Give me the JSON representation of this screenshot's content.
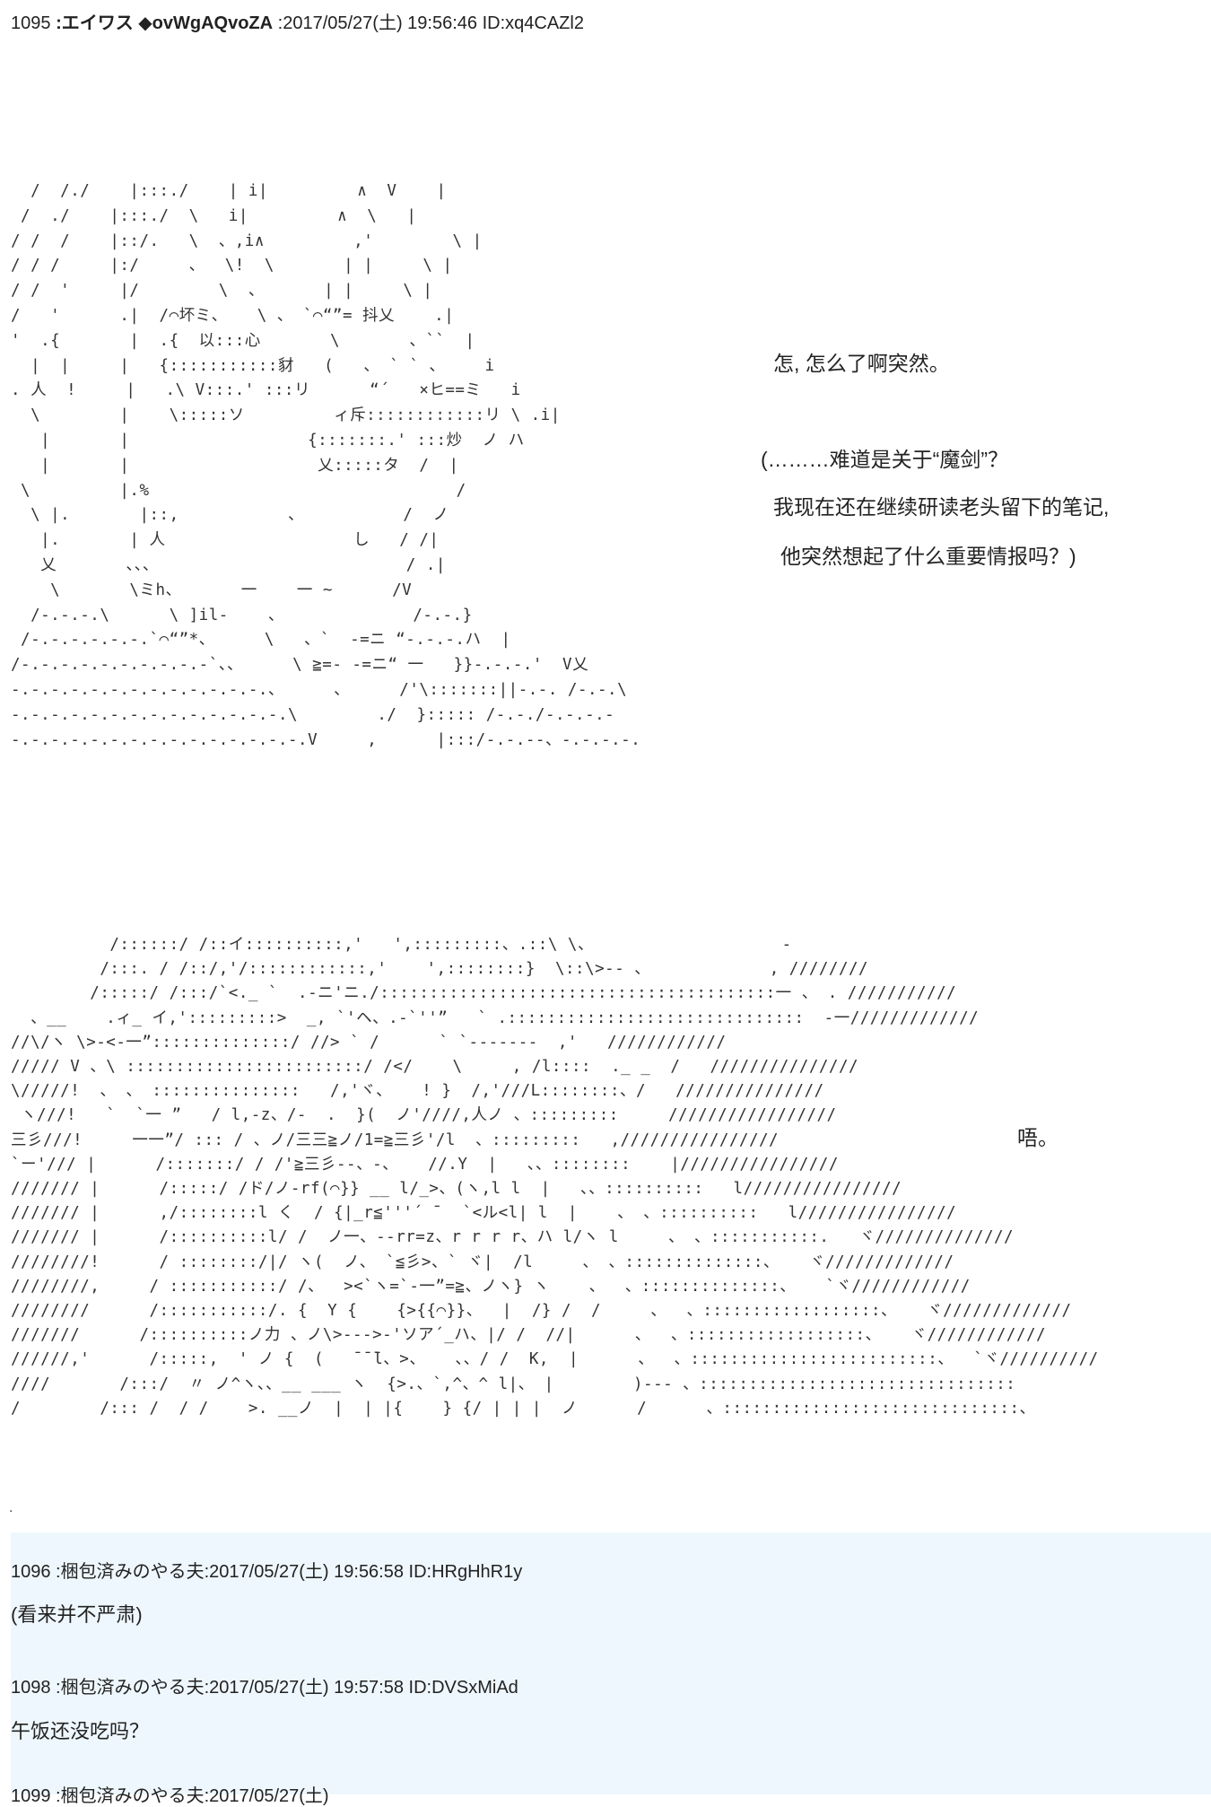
{
  "post1095": {
    "header_number": "1095 ",
    "header_name": ":エイワス ◆ovWgAQvoZA",
    "header_meta": " :2017/05/27(土) 19:56:46 ID:xq4CAZl2",
    "dialog1": "怎, 怎么了啊突然。",
    "dialog2": "(………难道是关于“魔剑”？",
    "dialog3": "我现在还在继续研读老头留下的笔记,",
    "dialog4": "他突然想起了什么重要情报吗？)",
    "dialog5": "唔。",
    "dot": "."
  },
  "post1096": {
    "header": "1096 :梱包済みのやる夫:2017/05/27(土) 19:56:58 ID:HRgHhR1y",
    "body": "(看来并不严肃)"
  },
  "post1098": {
    "header": "1098 :梱包済みのやる夫:2017/05/27(土) 19:57:58 ID:DVSxMiAd",
    "body": "午饭还没吃吗？"
  },
  "post_next": {
    "header_partial": "1099 :梱包済みのやる夫:2017/05/27(土)"
  },
  "ascii_art": {
    "art1": "  /  /./    |:::./    | i|         ∧  V    |\n /  ./    |:::./  \\   i|         ∧  \\   |\n/ /  /    |::/.   \\  、,i∧         ,'        \\ |\n/ / /     |:/     、  \\!  \\       | |     \\ |\n/ /  '     |/        \\  、      | |     \\ |\n/   '      .|  /⌒坏ミ、   \\ 、 `⌒“”= 抖乂    .|\n'  .{       |  .{  以:::心       \\       、``  |\n  |  |     |   {:::::::::::豺   (   、 ` ` 、    i\n. 人  !     |   .\\ V:::.' :::リ      “´   ×ヒ==ミ   i\n  \\        |    \\:::::ソ         ィ斥::::::::::::リ \\ .i|\n   |       |                  {:::::::.' :::炒  ノ ハ\n   |       |                   乂:::::タ  /  |\n \\         |.%                               /\n  \\ |.       |::,           、          /  ノ\n   |.       | 人                   し   / /|\n   乂       、、、                         / .|\n    \\       \\ミh、      一    一 ~      /V\n  /-.-.-.\\      \\ ]il-    、             /-.-.}\n /-.-.-.-.-.-.`⌒“”*、     \\   、`  -=ニ “-.-.-.ハ  |\n/-.-.-.-.-.-.-.-.-.-`、、     \\ ≧=- -=ニ“ 一   }}-.-.-.'  V乂\n-.-.-.-.-.-.-.-.-.-.-.-.-.、     、     /'\\:::::::||-.-. /-.-.\\\n-.-.-.-.-.-.-.-.-.-.-.-.-.-.\\        ./  }::::: /-.-./-.-.-.-\n-.-.-.-.-.-.-.-.-.-.-.-.-.-.-.V     ,      |:::/-.-.--、-.-.-.-.",
    "art2": "          /::::::/ /::イ::::::::::,'   ',:::::::::、.::\\ \\、                   -\n         /:::. / /::/,'/::::::::::::,'    ',::::::::}  \\::\\>-- 、            , ////////\n        /:::::/ /:::/`<._ `  .-ニ'ニ./::::::::::::::::::::::::::::::::::::::::一 、 . ///////////\n  、__    .ィ_ イ,':::::::::>  _, `'ヘ、.-`''”   ` .::::::::::::::::::::::::::::::  -一/////////////\n//\\/ヽ \\>-<-一”::::::::::::::/ //> ` /      ` `-------  ,'   ////////////\n///// V 、\\ ::::::::::::::::::::::::/ /</    \\     , /l::::  ._ _  /   ///////////////\n\\/////!  、 、 :::::::::::::::   /,'ヾ、   ! }  /,'///L::::::::、/   ///////////////\n ヽ///!   `  `一 ”   / l,-z、/-  .  }(  ノ'////,人ノ 、:::::::::     /////////////////\n三彡///!     一一”/ ::: / 、ノ/三三≧ノ/1=≧三彡'/l  、:::::::::   ,////////////////\n`ー'/// |      /:::::::/ / /'≧三彡--、-、   //.Y  |   、、::::::::    |////////////////\n/////// |      /:::::/ /ド/ノ-rf(⌒}} __ l/_>、(ヽ,l l  |   、、::::::::::   l////////////////\n/////// |      ,/::::::::l く  / {|_r≦'''´ ̄   `<ル<l| l  |    、 、::::::::::   l////////////////\n/////// |      /::::::::::l/ /  ノ一、--rr=z、r r r r、ハ l/ヽ l     、 、:::::::::::.   ヾ//////////////\n////////!      / ::::::::/|/ ヽ(  ノ、 `≦彡>、` ヾ|  /l     、 、::::::::::::::、   ヾ/////////////\n////////,     / :::::::::::/ /、  ><`ヽ=`-一”=≧、ノヽ} ヽ    、  、::::::::::::::、   `ヾ////////////\n////////      /:::::::::::/. {  Y {    {>{{⌒}}、  |  /} /  /     、  、::::::::::::::::::、   ヾ/////////////\n///////      /::::::::::ノ力 、ノ\\>--->-'ソア´_ハ、|/ /  //|      、  、::::::::::::::::::、   ヾ////////////\n//////,'      /:::::,  ' ノ {  (   ̄ ̄ ̄l、>、   、、/ /  K,  |      、  、:::::::::::::::::::::::::、  `ヾ//////////\n////       /:::/  〃 ノ^ヽ、、__ ___ ヽ  {>.、`,^、^ l|、 |        )--- 、::::::::::::::::::::::::::::::::\n/        /::: /  / /    >. __ノ  |  | |{    } {/ | | |  ノ      /      、::::::::::::::::::::::::::::::、"
  }
}
